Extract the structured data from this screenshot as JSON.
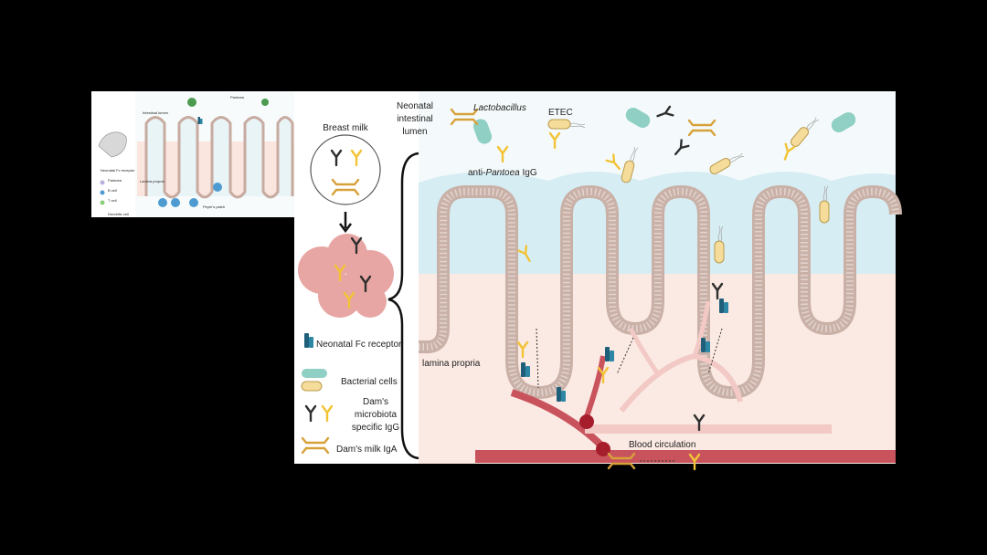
{
  "figure": {
    "breast_milk": "Breast milk",
    "lumen": [
      "Neonatal",
      "intestinal",
      "lumen"
    ],
    "lactobacillus": "Lactobacillus",
    "etec": "ETEC",
    "anti_pantoea_prefix": "anti-",
    "anti_pantoea_italic": "Pantoea",
    "anti_pantoea_suffix": " IgG",
    "lamina_propria": "lamina propria",
    "blood_circulation": "Blood circulation"
  },
  "legend": {
    "fc_receptor": "Neonatal Fc receptor",
    "bacterial_cells": "Bacterial cells",
    "igg": [
      "Dam's",
      "microbiota",
      "specific IgG"
    ],
    "iga": "Dam's milk IgA"
  },
  "inset": {
    "labels": [
      "Intestinal lumen",
      "Pantoea",
      "Lamina propria",
      "Peyer's patch",
      "Neonatal Fc receptor",
      "Pantoea",
      "B cell",
      "T cell",
      "Dendritic cell"
    ]
  },
  "colors": {
    "black_bg": "#000000",
    "igg_gray": "#2f2f2f",
    "igg_yellow": "#f2c335",
    "iga_orange": "#d7a13a",
    "fc_teal": "#1f5f7a",
    "mucus": "#d9eef3",
    "epithelium": "#cdb9b1",
    "lamina": "#fbe5df",
    "vessel": "#c9535d"
  }
}
